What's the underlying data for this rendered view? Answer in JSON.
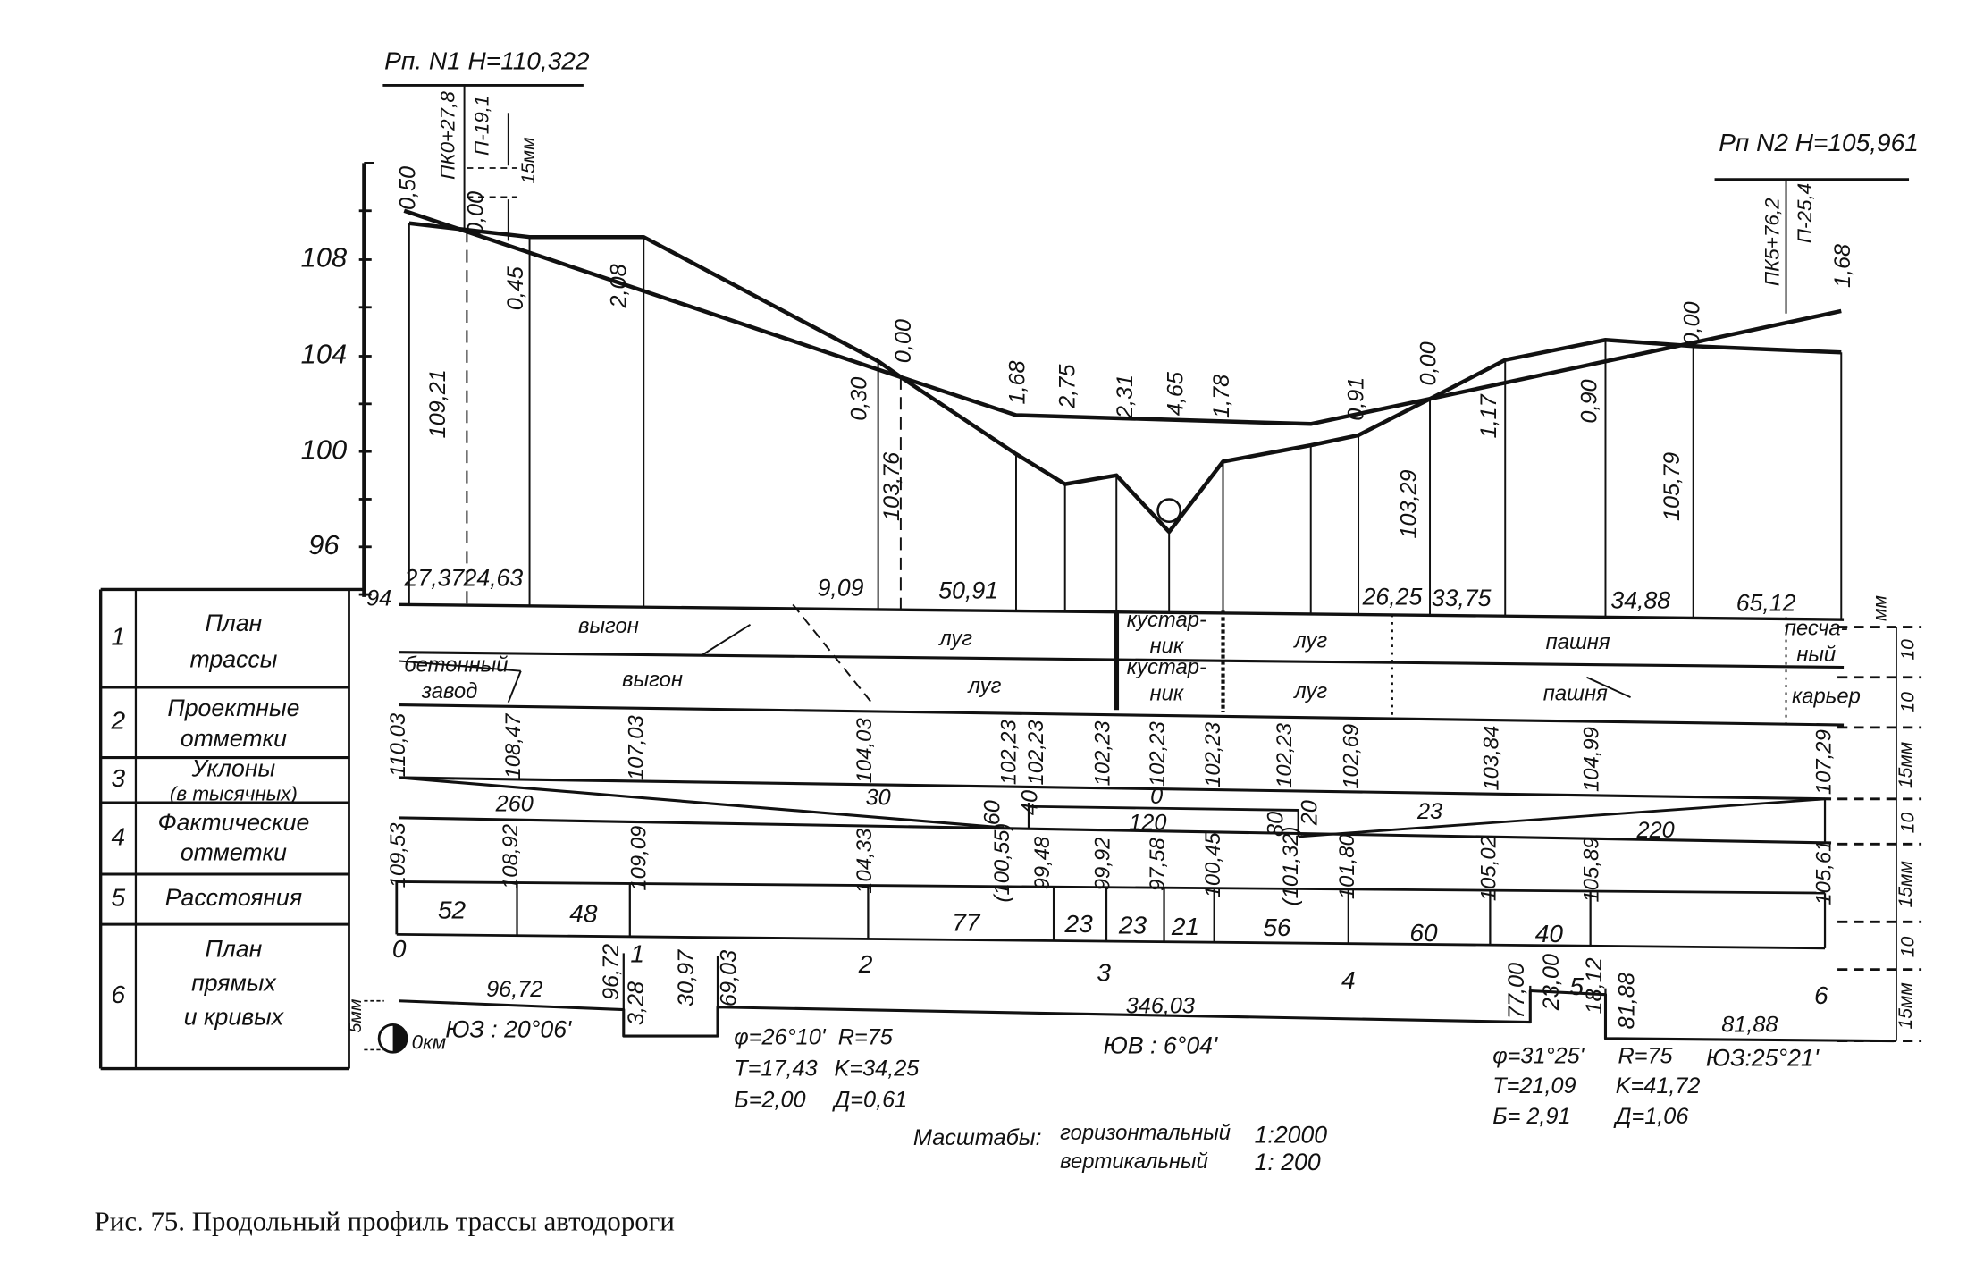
{
  "header": {
    "bench1": "Рп. N1 H=110,322",
    "pk_start": "ПК0+27,8",
    "offset_start": "П-19,1",
    "dim_15mm": "15мм",
    "bench2": "Рп N2 H=105,961",
    "pk_end": "ПК5+76,2",
    "offset_end": "П-25,4"
  },
  "axis": {
    "ticks": [
      "108",
      "104",
      "100",
      "96",
      "94"
    ]
  },
  "profile": {
    "work_marks": [
      "0,50",
      "0,00",
      "0,45",
      "2,08",
      "0,30",
      "0,00",
      "1,68",
      "2,75",
      "2,31",
      "4,65",
      "1,78",
      "0,91",
      "0,00",
      "1,17",
      "0,90",
      "0,00",
      "1,68"
    ],
    "ground_elevations": [
      "109,21",
      "103,76",
      "103,29",
      "105,79"
    ],
    "segment_distances": [
      "27,37",
      "24,63",
      "9,09",
      "50,91",
      "26,25",
      "33,75",
      "34,88",
      "65,12"
    ]
  },
  "table": {
    "rows": [
      {
        "num": "1",
        "lines": [
          "План",
          "трассы"
        ]
      },
      {
        "num": "2",
        "lines": [
          "Проектные",
          "отметки"
        ]
      },
      {
        "num": "3",
        "lines": [
          "Уклоны",
          "(в тысячных)"
        ]
      },
      {
        "num": "4",
        "lines": [
          "Фактические",
          "отметки"
        ]
      },
      {
        "num": "5",
        "lines": [
          "Расстояния"
        ]
      },
      {
        "num": "6",
        "lines": [
          "План",
          "прямых",
          "и кривых"
        ]
      }
    ],
    "plan_upper": [
      "выгон",
      "луг",
      "кустар-",
      "ник",
      "луг",
      "пашня",
      "песча-",
      "ный"
    ],
    "plan_lower": [
      "бетонный",
      "завод",
      "выгон",
      "луг",
      "кустар-",
      "ник",
      "луг",
      "пашня",
      "карьер"
    ],
    "design_elevations": [
      "110,03",
      "108,47",
      "107,03",
      "104,03",
      "102,23",
      "102,23",
      "102,23",
      "102,23",
      "102,23",
      "102,23",
      "102,69",
      "103,84",
      "104,99",
      "107,29"
    ],
    "grades": [
      "260",
      "30",
      "60",
      "40",
      "0",
      "120",
      "80",
      "20",
      "23",
      "220"
    ],
    "actual_elevations": [
      "109,53",
      "108,92",
      "109,09",
      "104,33",
      "(100,55)",
      "99,48",
      "99,92",
      "97,58",
      "100,45",
      "(101,32)",
      "101,80",
      "105,02",
      "105,89",
      "105,61"
    ],
    "distances": [
      "52",
      "48",
      "77",
      "23",
      "23",
      "21",
      "56",
      "60",
      "40"
    ],
    "pickets": [
      "0",
      "1",
      "2",
      "3",
      "4",
      "5",
      "6"
    ],
    "plan_values": [
      "96,72",
      "96,72",
      "3,28",
      "30,97",
      "69,03",
      "346,03",
      "77,00",
      "23,00",
      "18,12",
      "81,88",
      "81,88"
    ],
    "directions": [
      "ЮЗ : 20°06'",
      "ЮВ : 6°04'",
      "ЮЗ:25°21'"
    ],
    "curve1": [
      "φ=26°10'",
      "R=75",
      "T=17,43",
      "K=34,25",
      "Б=2,00",
      "Д=0,61"
    ],
    "curve2": [
      "φ=31°25'",
      "R=75",
      "T=21,09",
      "K=41,72",
      "Б= 2,91",
      "Д=1,06"
    ],
    "zero_km": "0км",
    "left_dim": "5мм",
    "dims": [
      "мм",
      "10",
      "10",
      "15мм",
      "10",
      "15мм",
      "10",
      "15мм"
    ]
  },
  "scales": {
    "label": "Масштабы:",
    "horizontal": "горизонтальный",
    "horizontal_value": "1:2000",
    "vertical": "вертикальный",
    "vertical_value": "1: 200"
  },
  "caption": "Рис. 75. Продольный профиль трассы автодороги"
}
